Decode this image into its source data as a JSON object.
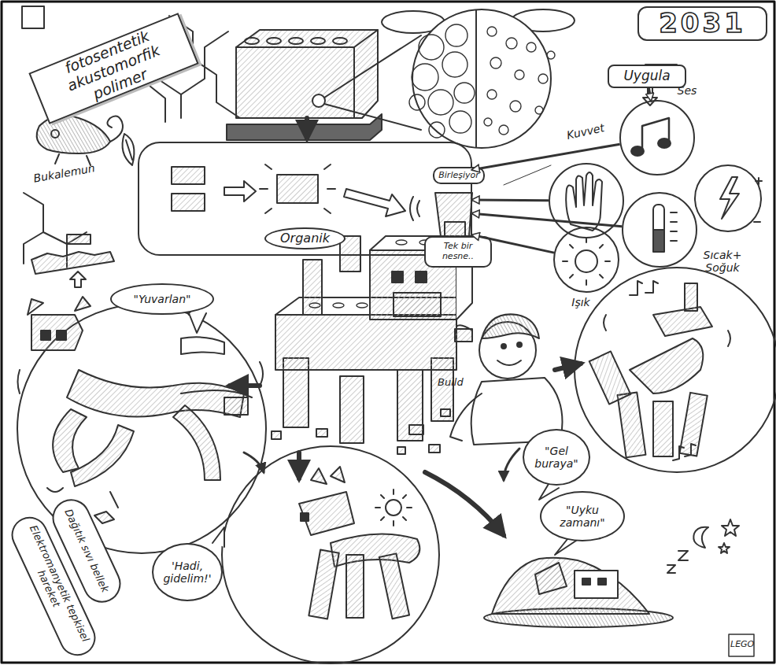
{
  "diagram": {
    "nodes": [
      {
        "text": [
          "fotosentetik akustomorfik polimer"
        ]
      },
      {
        "text": [
          "2031"
        ]
      },
      {
        "text": [
          "Uygula"
        ]
      },
      {
        "text": [
          "Organik"
        ]
      },
      {
        "text": [
          "Birleşiyor"
        ],
        "in": 3
      },
      {
        "text": [
          "Tek bir nesne.."
        ],
        "in": 3
      },
      {
        "text": [
          "Ses"
        ]
      },
      {
        "text": [
          "Kuvvet"
        ]
      },
      {
        "text": [
          "Sıcak+ Soğuk"
        ]
      },
      {
        "text": [
          "Işık"
        ]
      },
      {
        "text": [
          "\"Yuvarlan\""
        ]
      },
      {
        "text": [
          "\"Gel buraya\""
        ]
      },
      {
        "text": [
          "\"Uyku zamanı\""
        ]
      },
      {
        "text": [
          "'Hadi, gidelim!'"
        ]
      },
      {
        "text": [
          "Dağıtık sıvı bellek"
        ]
      },
      {
        "text": [
          "Elektromanyetik tepkisel hareket"
        ]
      }
    ],
    "edges": [
      {
        "from": 2,
        "to": 6,
        "arrow": "to"
      },
      {
        "from": 6,
        "to": 3,
        "arrow": "to"
      },
      {
        "from": 7,
        "to": 3,
        "arrow": "to"
      },
      {
        "from": 8,
        "to": 3,
        "arrow": "to"
      },
      {
        "from": 9,
        "to": 3,
        "arrow": "to"
      }
    ],
    "labels": [
      "Bukalemun",
      "Build",
      "LEGO"
    ]
  }
}
